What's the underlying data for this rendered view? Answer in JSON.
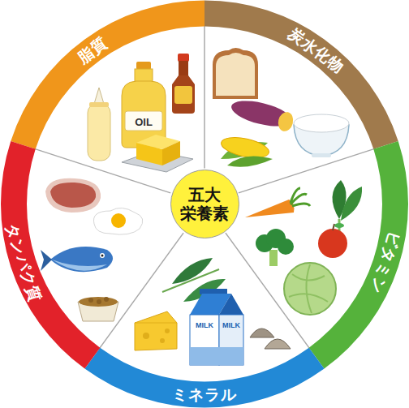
{
  "diagram": {
    "nodes": [
      {
        "text": [
          "五大栄養素"
        ]
      },
      {
        "text": [
          "脂質"
        ]
      },
      {
        "text": [
          "炭水化物"
        ]
      },
      {
        "text": [
          "ビタミン"
        ]
      },
      {
        "text": [
          "ミネラル"
        ]
      },
      {
        "text": [
          "タンパク質"
        ]
      }
    ],
    "labels": [
      "OIL",
      "MILK",
      "MILK"
    ]
  }
}
